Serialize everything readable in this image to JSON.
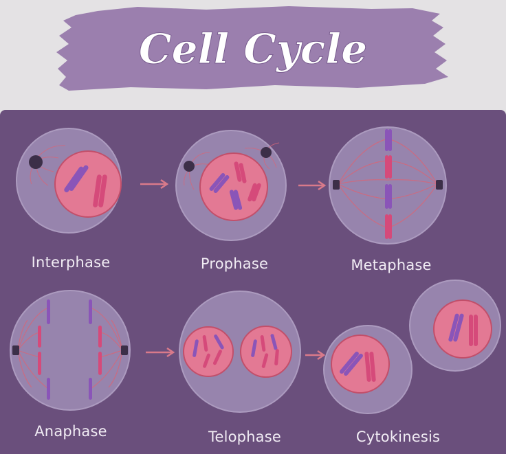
{
  "title": "Cell Cycle",
  "stages": [
    {
      "id": "interphase",
      "label": "Interphase"
    },
    {
      "id": "prophase",
      "label": "Prophase"
    },
    {
      "id": "metaphase",
      "label": "Metaphase"
    },
    {
      "id": "anaphase",
      "label": "Anaphase"
    },
    {
      "id": "telophase",
      "label": "Telophase"
    },
    {
      "id": "cytokinesis",
      "label": "Cytokinesis"
    }
  ],
  "colors": {
    "background_top": "#e4e2e4",
    "panel": "#6a4f7c",
    "title_banner": "#9b7fae",
    "cell": "#9784ad",
    "cell_edge": "#ac9bbf",
    "nucleus": "#e37994",
    "nucleus_edge": "#c24f6a",
    "chromosome_purple": "#8a55b8",
    "chromosome_pink": "#d54a7a",
    "centrosome": "#3c2f48",
    "spindle": "#d5677a",
    "arrow": "#d97a8a"
  }
}
